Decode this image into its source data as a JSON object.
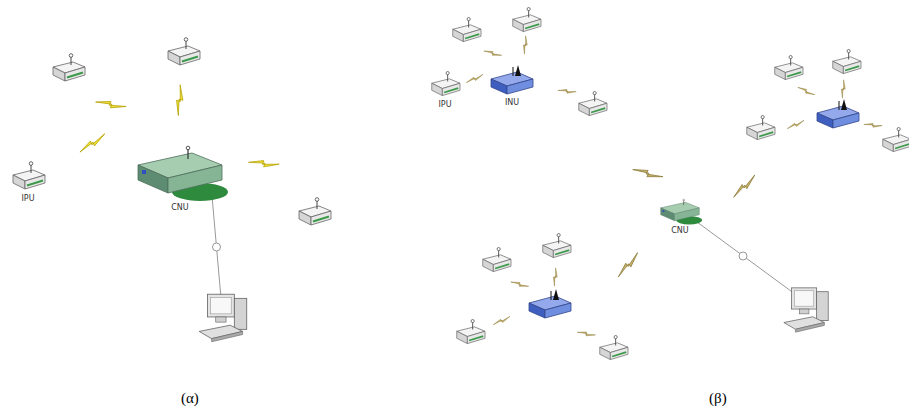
{
  "diagram": {
    "nodes": [
      {
        "text": [
          "IPU"
        ]
      },
      {
        "text": [
          "CNU"
        ]
      },
      {
        "text": [
          "IPU"
        ]
      },
      {
        "text": [
          "INU"
        ]
      },
      {
        "text": [
          "CNU"
        ]
      }
    ],
    "labels": [
      "(α)",
      "(β)"
    ]
  }
}
